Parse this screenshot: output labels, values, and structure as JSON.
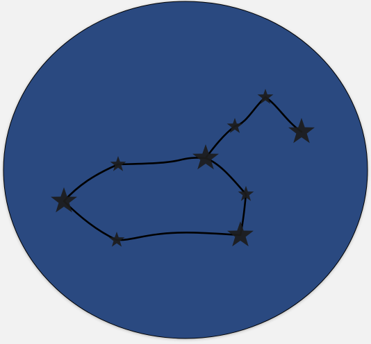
{
  "diagram": {
    "type": "constellation",
    "colors": {
      "background": "#f2f2f2",
      "sky_fill": "#2c4a80",
      "sky_outline": "#000000",
      "star_fill": "#1c1c1c",
      "line": "#000000"
    },
    "stars": [
      {
        "id": "west-star",
        "size": "large"
      },
      {
        "id": "upper-left-star",
        "size": "small"
      },
      {
        "id": "center-star",
        "size": "large"
      },
      {
        "id": "neck-star",
        "size": "small"
      },
      {
        "id": "top-star",
        "size": "small"
      },
      {
        "id": "east-star",
        "size": "large"
      },
      {
        "id": "right-star",
        "size": "small"
      },
      {
        "id": "lower-right-star",
        "size": "large"
      },
      {
        "id": "lower-left-star",
        "size": "small"
      }
    ],
    "connections": [
      [
        "west-star",
        "upper-left-star"
      ],
      [
        "upper-left-star",
        "center-star"
      ],
      [
        "center-star",
        "neck-star"
      ],
      [
        "neck-star",
        "top-star"
      ],
      [
        "top-star",
        "east-star"
      ],
      [
        "center-star",
        "right-star"
      ],
      [
        "right-star",
        "lower-right-star"
      ],
      [
        "lower-right-star",
        "lower-left-star"
      ],
      [
        "lower-left-star",
        "west-star"
      ]
    ]
  }
}
